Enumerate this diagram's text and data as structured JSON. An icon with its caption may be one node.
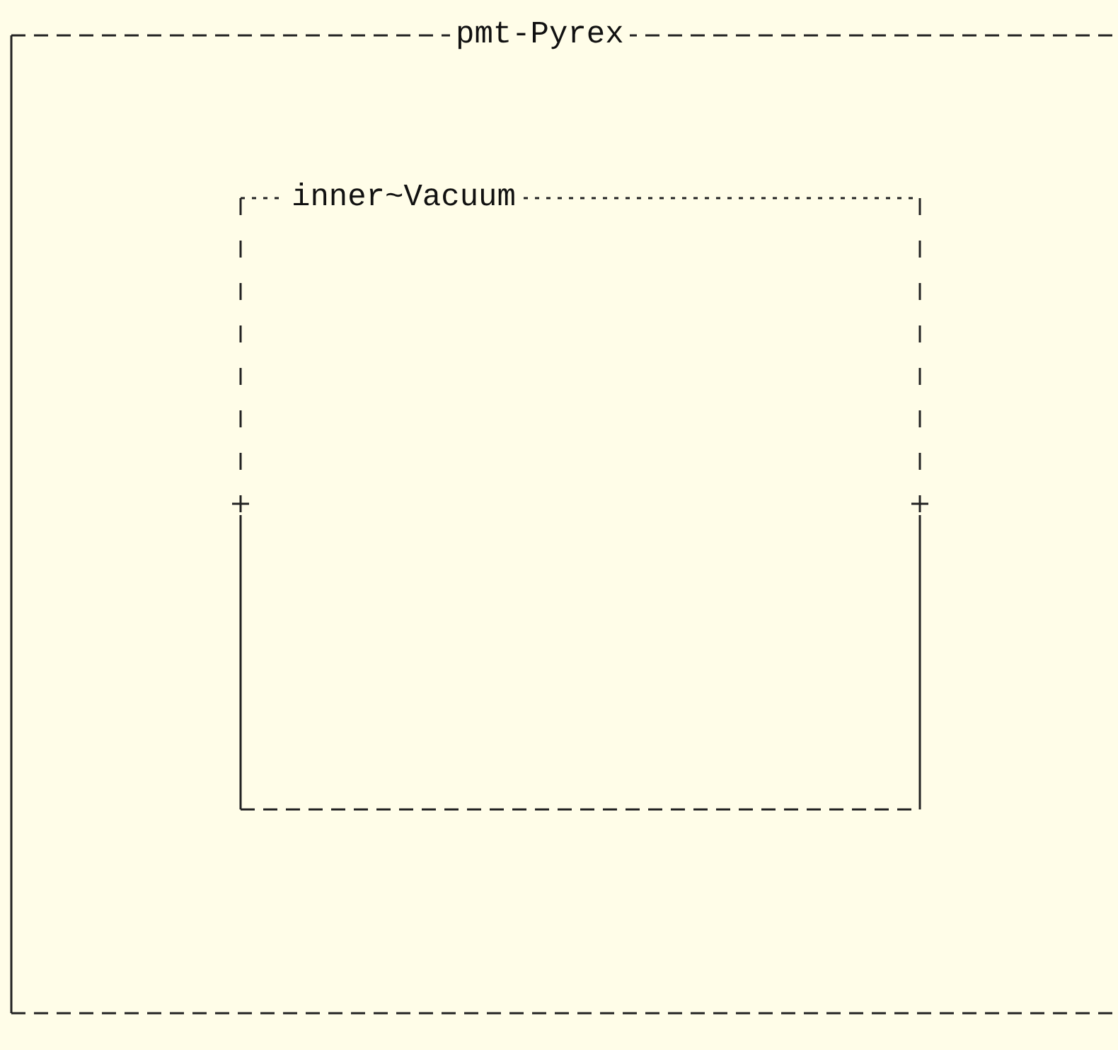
{
  "diagram": {
    "nodes": [
      {
        "text": [
          "pmt-Pyrex"
        ]
      },
      {
        "text": [
          "inner~Vacuum"
        ],
        "in": 0
      }
    ]
  }
}
